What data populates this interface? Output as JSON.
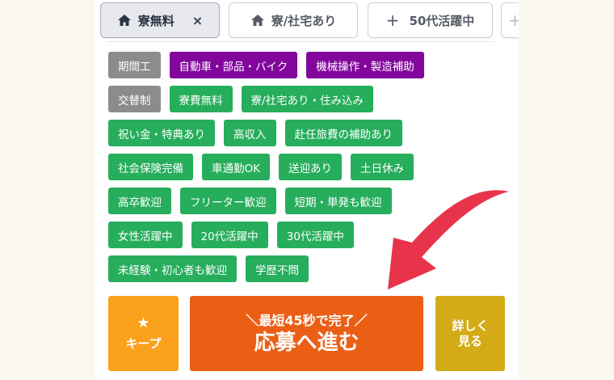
{
  "filter_bar": {
    "chips": [
      {
        "label": "寮無料",
        "icon": "home-icon",
        "active": true,
        "close": "×"
      },
      {
        "label": "寮/社宅あり",
        "icon": "home-icon",
        "active": false
      },
      {
        "label": "50代活躍中",
        "icon": "plus-icon",
        "prefix": "+",
        "active": false
      },
      {
        "label": "",
        "icon": "plus-icon",
        "active": false
      }
    ]
  },
  "tags": {
    "rows": [
      [
        {
          "label": "期間工",
          "color": "gray"
        },
        {
          "label": "自動車・部品・バイク",
          "color": "purple"
        },
        {
          "label": "機械操作・製造補助",
          "color": "purple"
        }
      ],
      [
        {
          "label": "交替制",
          "color": "gray"
        },
        {
          "label": "寮費無料",
          "color": "green"
        },
        {
          "label": "寮/社宅あり・住み込み",
          "color": "green"
        }
      ],
      [
        {
          "label": "祝い金・特典あり",
          "color": "green"
        },
        {
          "label": "高収入",
          "color": "green"
        },
        {
          "label": "赴任旅費の補助あり",
          "color": "green"
        }
      ],
      [
        {
          "label": "社会保険完備",
          "color": "green"
        },
        {
          "label": "車通勤OK",
          "color": "green"
        },
        {
          "label": "送迎あり",
          "color": "green"
        },
        {
          "label": "土日休み",
          "color": "green"
        }
      ],
      [
        {
          "label": "高卒歓迎",
          "color": "green"
        },
        {
          "label": "フリーター歓迎",
          "color": "green"
        },
        {
          "label": "短期・単発も歓迎",
          "color": "green"
        }
      ],
      [
        {
          "label": "女性活躍中",
          "color": "green"
        },
        {
          "label": "20代活躍中",
          "color": "green"
        },
        {
          "label": "30代活躍中",
          "color": "green"
        }
      ],
      [
        {
          "label": "未経験・初心者も歓迎",
          "color": "green"
        },
        {
          "label": "学歴不問",
          "color": "green"
        }
      ]
    ]
  },
  "actions": {
    "keep": {
      "icon": "star-icon",
      "star": "★",
      "label": "キープ"
    },
    "apply": {
      "sub_label": "＼最短45秒で完了／",
      "label": "応募へ進む"
    },
    "details": {
      "line1": "詳しく",
      "line2": "見る"
    }
  },
  "colors": {
    "background": "#fbf9ef",
    "tag_gray": "#8c8c8c",
    "tag_purple": "#82059c",
    "tag_green": "#27ae5c",
    "keep": "#fba11b",
    "apply": "#eb5f15",
    "details": "#d3ab17",
    "arrow": "#e8344b"
  }
}
